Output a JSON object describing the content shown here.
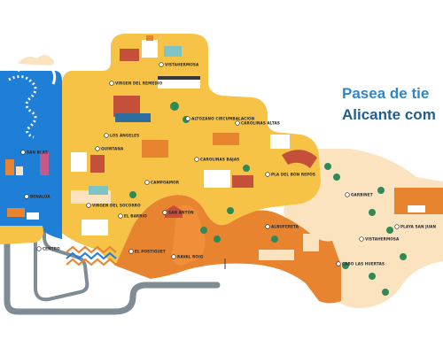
{
  "headline": {
    "line1": "Pasea de tie",
    "line2": "Alicante com"
  },
  "districts": [
    {
      "id": "vistahermosa",
      "name": "VISTAHERMOSA"
    },
    {
      "id": "virgen-remedio",
      "name": "VIRGEN DEL REMEDIO"
    },
    {
      "id": "altozano",
      "name": "ALTOZANO CIRCUMBALACION"
    },
    {
      "id": "los-angeles",
      "name": "LOS ÁNGELES"
    },
    {
      "id": "carolinas-altas",
      "name": "CAROLINAS ALTAS"
    },
    {
      "id": "quintana",
      "name": "QUINTANA"
    },
    {
      "id": "san-blas",
      "name": "SAN BLAS"
    },
    {
      "id": "carolinas-bajas",
      "name": "CAROLINAS BAJAS"
    },
    {
      "id": "pla-del-bon-repos",
      "name": "PLA DEL BON REPÒS"
    },
    {
      "id": "campoamor",
      "name": "CAMPOAMOR"
    },
    {
      "id": "garbinet",
      "name": "GARBINET"
    },
    {
      "id": "playa-san-juan",
      "name": "PLAYA SAN JUAN"
    },
    {
      "id": "benalua",
      "name": "BENALÚA"
    },
    {
      "id": "virgen-socorro",
      "name": "VIRGEN DEL SOCORRO"
    },
    {
      "id": "san-anton",
      "name": "SAN ANTÓN"
    },
    {
      "id": "el-barrio",
      "name": "EL BARRIO"
    },
    {
      "id": "albufereta",
      "name": "ALBUFERETA"
    },
    {
      "id": "vistahermosa-east",
      "name": "VISTAHERMOSA"
    },
    {
      "id": "centro",
      "name": "CENTRO"
    },
    {
      "id": "el-postiguet",
      "name": "EL POSTIGUET"
    },
    {
      "id": "raval-roig",
      "name": "RAVAL ROIG"
    },
    {
      "id": "cabo-huertas",
      "name": "CABO LAS HUERTAS"
    }
  ],
  "colors": {
    "yellow": "#f6c347",
    "sea": "#1f7fd6",
    "sand": "#fbe3c0",
    "orange": "#e8832f",
    "path": "#7f8c93",
    "title_light": "#2f86c8",
    "title_dark": "#1f5f8c"
  }
}
